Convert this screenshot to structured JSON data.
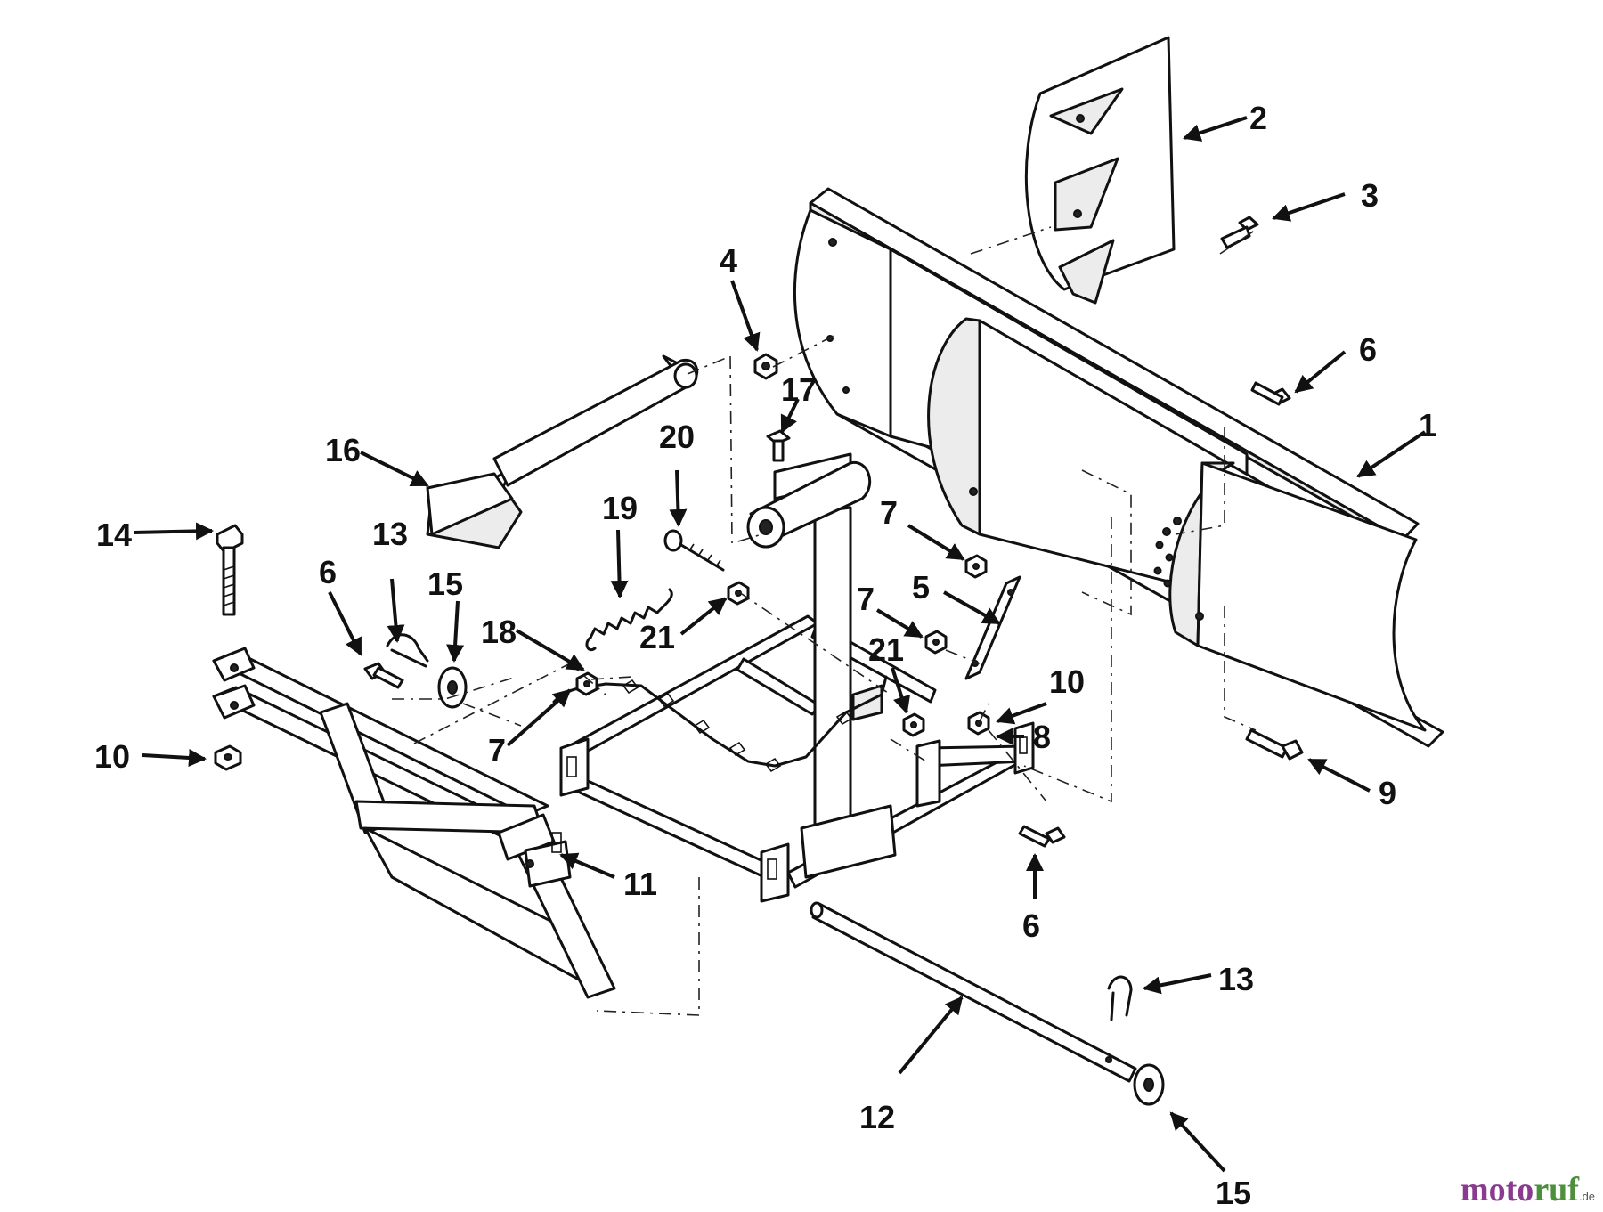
{
  "diagram": {
    "type": "exploded parts diagram",
    "callouts": [
      {
        "id": "c1",
        "label": "1"
      },
      {
        "id": "c2",
        "label": "2"
      },
      {
        "id": "c3",
        "label": "3"
      },
      {
        "id": "c4",
        "label": "4"
      },
      {
        "id": "c5",
        "label": "5"
      },
      {
        "id": "c6a",
        "label": "6"
      },
      {
        "id": "c6b",
        "label": "6"
      },
      {
        "id": "c6c",
        "label": "6"
      },
      {
        "id": "c7a",
        "label": "7"
      },
      {
        "id": "c7b",
        "label": "7"
      },
      {
        "id": "c7c",
        "label": "7"
      },
      {
        "id": "c8",
        "label": "8"
      },
      {
        "id": "c9",
        "label": "9"
      },
      {
        "id": "c10a",
        "label": "10"
      },
      {
        "id": "c10b",
        "label": "10"
      },
      {
        "id": "c11",
        "label": "11"
      },
      {
        "id": "c12",
        "label": "12"
      },
      {
        "id": "c13a",
        "label": "13"
      },
      {
        "id": "c13b",
        "label": "13"
      },
      {
        "id": "c14",
        "label": "14"
      },
      {
        "id": "c15a",
        "label": "15"
      },
      {
        "id": "c15b",
        "label": "15"
      },
      {
        "id": "c16",
        "label": "16"
      },
      {
        "id": "c17",
        "label": "17"
      },
      {
        "id": "c18",
        "label": "18"
      },
      {
        "id": "c19",
        "label": "19"
      },
      {
        "id": "c20",
        "label": "20"
      },
      {
        "id": "c21a",
        "label": "21"
      },
      {
        "id": "c21b",
        "label": "21"
      }
    ]
  },
  "watermark": {
    "part1": "moto",
    "part2": "ruf",
    "suffix": ".de"
  }
}
